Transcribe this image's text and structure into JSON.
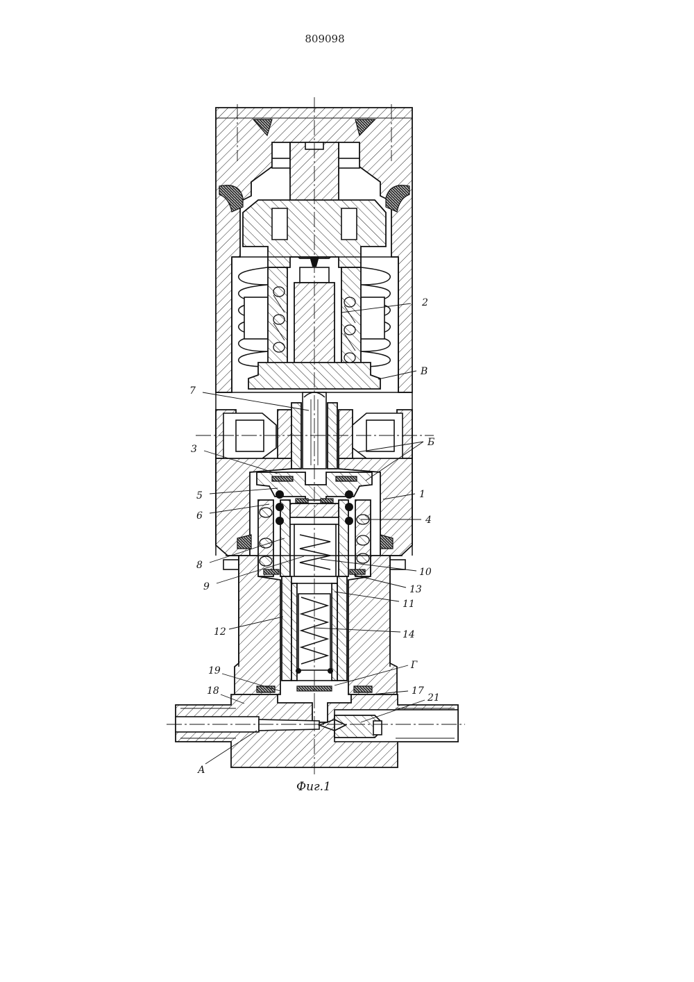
{
  "document": {
    "patent_number": "809098",
    "figure_caption": "Фиг.1"
  },
  "labels": {
    "l1": "1",
    "l2": "2",
    "l3": "3",
    "l4": "4",
    "l5": "5",
    "l6": "6",
    "l7": "7",
    "l8": "8",
    "l9": "9",
    "l10": "10",
    "l11": "11",
    "l12": "12",
    "l13": "13",
    "l14": "14",
    "l17": "17",
    "l18": "18",
    "l19": "19",
    "l21": "21",
    "lA": "А",
    "lB": "Б",
    "lV": "В",
    "lG": "Г"
  }
}
